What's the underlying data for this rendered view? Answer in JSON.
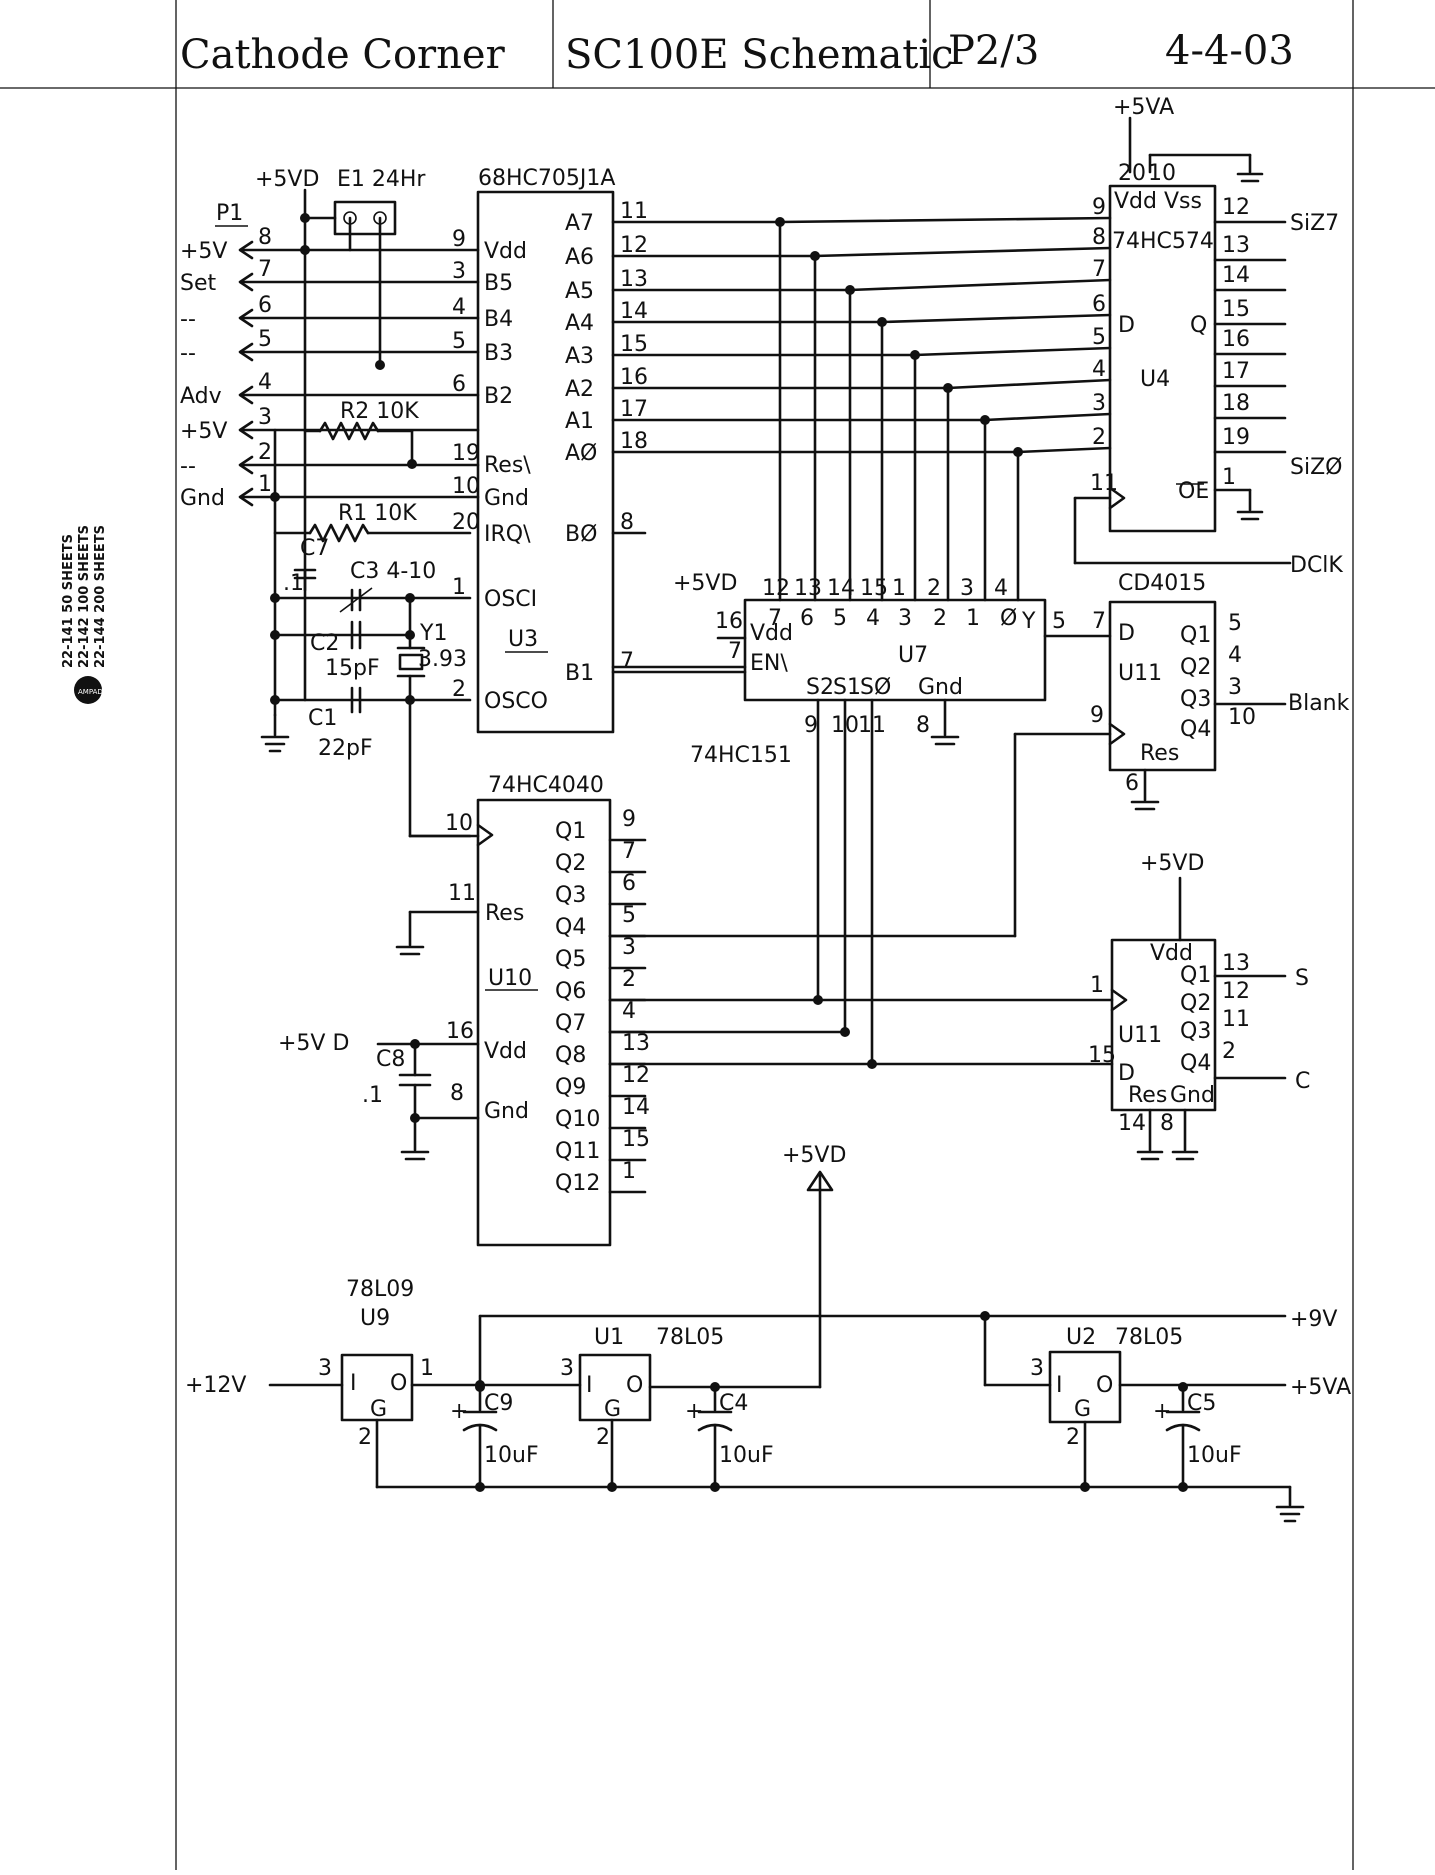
{
  "header": {
    "company": "Cathode Corner",
    "title": "SC100E Schematic",
    "page": "P2/3",
    "date": "4-4-03"
  },
  "margin_label": {
    "lines": [
      "22-141   50 SHEETS",
      "22-142  100 SHEETS",
      "22-144  200 SHEETS"
    ],
    "brand": "AMPAD"
  },
  "connector": {
    "name": "P1",
    "jumper": "E1 24Hr",
    "supply": "+5VD",
    "pins": [
      {
        "num": "8",
        "label": "+5V"
      },
      {
        "num": "7",
        "label": "Set"
      },
      {
        "num": "6",
        "label": "--"
      },
      {
        "num": "5",
        "label": "--"
      },
      {
        "num": "4",
        "label": "Adv"
      },
      {
        "num": "3",
        "label": "+5V"
      },
      {
        "num": "2",
        "label": "--"
      },
      {
        "num": "1",
        "label": "Gnd"
      }
    ]
  },
  "passives": {
    "r2": "R2 10K",
    "r1": "R1 10K",
    "c7": "C7",
    "c7_val": ".1",
    "c3": "C3 4-10",
    "c2": "C2",
    "c2_val": "15pF",
    "y1": "Y1",
    "y1_val": "3.93",
    "c1": "C1",
    "c1_val": "22pF",
    "c8": "C8",
    "c8_val": ".1",
    "c8_supply": "+5V D"
  },
  "u3": {
    "part": "68HC705J1A",
    "ref": "U3",
    "left_pins": [
      {
        "num": "9",
        "name": "Vdd"
      },
      {
        "num": "3",
        "name": "B5"
      },
      {
        "num": "4",
        "name": "B4"
      },
      {
        "num": "5",
        "name": "B3"
      },
      {
        "num": "6",
        "name": "B2"
      },
      {
        "num": "19",
        "name": "Res\\"
      },
      {
        "num": "10",
        "name": "Gnd"
      },
      {
        "num": "20",
        "name": "IRQ\\"
      },
      {
        "num": "1",
        "name": "OSCI"
      },
      {
        "num": "2",
        "name": "OSCO"
      }
    ],
    "right_pins": [
      {
        "num": "11",
        "name": "A7"
      },
      {
        "num": "12",
        "name": "A6"
      },
      {
        "num": "13",
        "name": "A5"
      },
      {
        "num": "14",
        "name": "A4"
      },
      {
        "num": "15",
        "name": "A3"
      },
      {
        "num": "16",
        "name": "A2"
      },
      {
        "num": "17",
        "name": "A1"
      },
      {
        "num": "18",
        "name": "AØ"
      },
      {
        "num": "8",
        "name": "BØ"
      },
      {
        "num": "7",
        "name": "B1"
      }
    ]
  },
  "u4": {
    "part": "74HC574",
    "ref": "U4",
    "supply": "+5VA",
    "top_pins": [
      "20",
      "10"
    ],
    "top_names": "Vdd Vss",
    "left_pins": [
      "9",
      "8",
      "7",
      "6",
      "5",
      "4",
      "3",
      "2"
    ],
    "right_pins": [
      "12",
      "13",
      "14",
      "15",
      "16",
      "17",
      "18",
      "19"
    ],
    "inner": [
      "D",
      "Q"
    ],
    "clk_pin": "11",
    "oe_pin": "1",
    "oe_name": "OE",
    "out_top": "SiZ7",
    "out_bottom": "SiZØ",
    "clock": "DClK"
  },
  "u7": {
    "part": "74HC151",
    "ref": "U7",
    "supply": "+5VD",
    "top_pins": [
      "12",
      "13",
      "14",
      "15",
      "1",
      "2",
      "3",
      "4"
    ],
    "in_names": [
      "7",
      "6",
      "5",
      "4",
      "3",
      "2",
      "1",
      "Ø"
    ],
    "vdd_pin": "16",
    "vdd_name": "Vdd",
    "en_pin": "7",
    "en_name": "EN\\",
    "y_name": "Y",
    "y_pin": "5",
    "sel_names": [
      "S2",
      "S1",
      "SØ",
      "Gnd"
    ],
    "sel_pins": [
      "9",
      "10",
      "11",
      "8"
    ]
  },
  "u11a": {
    "part": "CD4015",
    "ref": "U11",
    "d_pin": "7",
    "clk_pin": "9",
    "res_pin": "6",
    "res_name": "Res",
    "out_names": [
      "Q1",
      "Q2",
      "Q3",
      "Q4"
    ],
    "out_pins": [
      "5",
      "4",
      "3",
      "10"
    ],
    "out_label": "Blank"
  },
  "u11b": {
    "ref": "U11",
    "supply": "+5VD",
    "vdd_name": "Vdd",
    "clk_pin": "1",
    "d_pin": "15",
    "d_name": "D",
    "res_name": "Res",
    "gnd_name": "Gnd",
    "res_pin": "14",
    "gnd_pin": "8",
    "out_names": [
      "Q1",
      "Q2",
      "Q3",
      "Q4"
    ],
    "out_pins": [
      "13",
      "12",
      "11",
      "2"
    ],
    "s_label": "S",
    "c_label": "C"
  },
  "u10": {
    "part": "74HC4040",
    "ref": "U10",
    "clk_pin": "10",
    "res_pin": "11",
    "res_name": "Res",
    "vdd_pin": "16",
    "vdd_name": "Vdd",
    "gnd_pin": "8",
    "gnd_name": "Gnd",
    "out_names": [
      "Q1",
      "Q2",
      "Q3",
      "Q4",
      "Q5",
      "Q6",
      "Q7",
      "Q8",
      "Q9",
      "Q10",
      "Q11",
      "Q12"
    ],
    "out_pins": [
      "9",
      "7",
      "6",
      "5",
      "3",
      "2",
      "4",
      "13",
      "12",
      "14",
      "15",
      "1"
    ]
  },
  "power": {
    "vin": "+12V",
    "out9": "+9V",
    "out5d": "+5VD",
    "out5a": "+5VA",
    "u9": {
      "part": "78L09",
      "ref": "U9",
      "pins": [
        "3",
        "1",
        "2"
      ]
    },
    "u1": {
      "part": "78L05",
      "ref": "U1",
      "pins": [
        "3",
        "2"
      ]
    },
    "u2": {
      "part": "78L05",
      "ref": "U2",
      "pins": [
        "3",
        "2"
      ]
    },
    "reg_letters": [
      "I",
      "O",
      "G"
    ],
    "caps": [
      {
        "ref": "C9",
        "val": "10uF"
      },
      {
        "ref": "C4",
        "val": "10uF"
      },
      {
        "ref": "C5",
        "val": "10uF"
      }
    ],
    "plus": "+"
  }
}
